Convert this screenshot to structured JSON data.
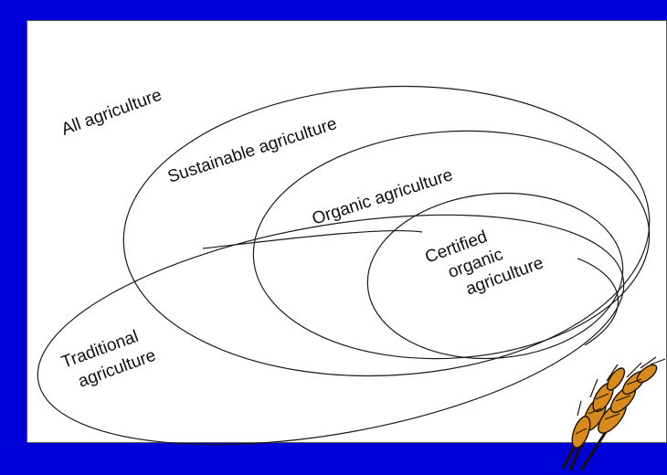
{
  "diagram": {
    "labels": {
      "all": "All agriculture",
      "sustainable": "Sustainable agriculture",
      "organic": "Organic agriculture",
      "certified_line1": "Certified",
      "certified_line2": "organic",
      "certified_line3": "agriculture",
      "traditional_line1": "Traditional",
      "traditional_line2": "agriculture"
    },
    "colors": {
      "background": "#0000d8",
      "panel": "#ffffff",
      "line": "#1a1a1a",
      "wheat": "#d98a1c"
    },
    "icons": [
      "wheat-icon"
    ]
  }
}
